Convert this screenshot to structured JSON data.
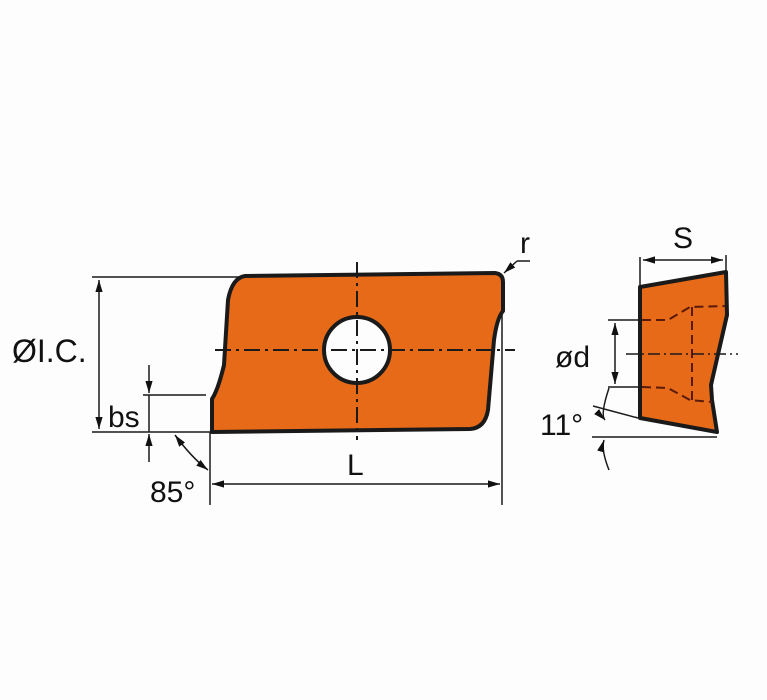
{
  "diagram": {
    "title": "Indexable insert technical drawing",
    "colors": {
      "insert_fill": "#e66a18",
      "outline": "#1a1a1a",
      "background": "#fdfdfd"
    },
    "front_view": {
      "labels": {
        "inscribed_circle": "ØI.C.",
        "chamfer_width": "bs",
        "angle": "85°",
        "length": "L",
        "corner_radius": "r"
      }
    },
    "side_view": {
      "labels": {
        "thickness": "S",
        "hole_diameter": "ød",
        "clearance_angle": "11°"
      }
    }
  }
}
